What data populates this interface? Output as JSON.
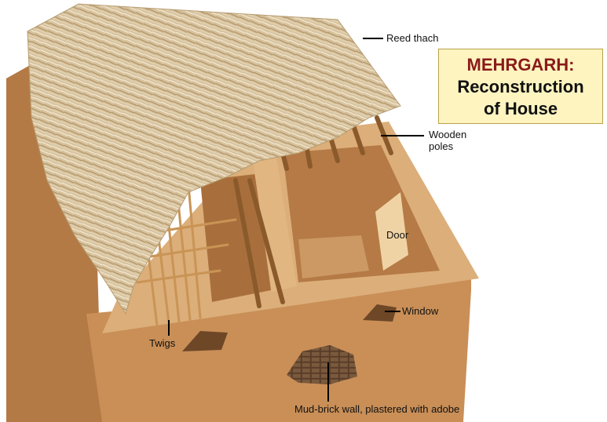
{
  "title": {
    "line1": "MEHRGARH:",
    "line2": "Reconstruction",
    "line3": "of House"
  },
  "labels": {
    "reed": "Reed thach",
    "poles_1": "Wooden",
    "poles_2": "poles",
    "door": "Door",
    "window": "Window",
    "twigs": "Twigs",
    "wall": "Mud-brick wall, plastered with adobe"
  },
  "colors": {
    "title_bg": "#fdf4c0",
    "title_accent": "#8b1a1a",
    "mud": "#c9925a",
    "thatch": "#d9c4a0"
  }
}
